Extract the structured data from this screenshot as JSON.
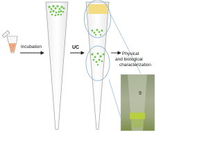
{
  "labels": {
    "incubation": "Incubation",
    "uc": "UC",
    "physical": "Physical",
    "and_biological": "and biological",
    "characterization": "characterization",
    "photo_tube_number": "9"
  },
  "colors": {
    "arrow": "#222222",
    "tube_outline": "#9a9a9a",
    "vesicle_green": "#6fc44a",
    "supernatant_yellow": "#f3dc84",
    "sample_orange": "#e8a27a",
    "zoom_ellipse": "#7eaed3",
    "photo_green_band": "#b9d233"
  },
  "icons": {
    "microtube": "microcentrifuge-tube-icon",
    "vesicle": "vesicle-cluster-icon"
  }
}
